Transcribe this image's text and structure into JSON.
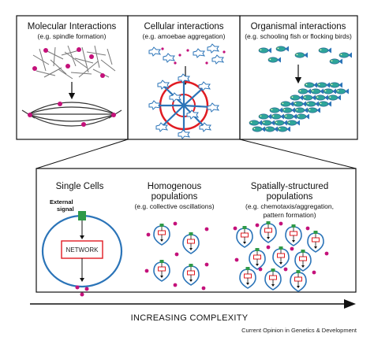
{
  "panels": [
    {
      "title": "Molecular Interactions",
      "subtitle": "(e.g. spindle formation)"
    },
    {
      "title": "Cellular interactions",
      "subtitle": "(e.g. amoebae aggregation)"
    },
    {
      "title": "Organismal interactions",
      "subtitle": "(e.g. schooling fish or flocking birds)"
    }
  ],
  "lower": {
    "single": {
      "title": "Single Cells",
      "signal_line1": "External",
      "signal_line2": "signal",
      "network": "NETWORK"
    },
    "homogenous": {
      "title_line1": "Homogenous",
      "title_line2": "populations",
      "subtitle": "(e.g. collective oscillations)"
    },
    "spatial": {
      "title_line1": "Spatially-structured",
      "title_line2": "populations",
      "subtitle_line1": "(e.g. chemotaxis/aggregation,",
      "subtitle_line2": "pattern formation)"
    }
  },
  "axis_label": "INCREASING COMPLEXITY",
  "credit": "Current Opinion in Genetics & Development",
  "colors": {
    "magenta": "#c4117a",
    "red": "#e01b22",
    "blue": "#2b74b8",
    "green": "#2e9a48",
    "cyan": "#3aa5d6",
    "fish_teal": "#2fa59a"
  }
}
